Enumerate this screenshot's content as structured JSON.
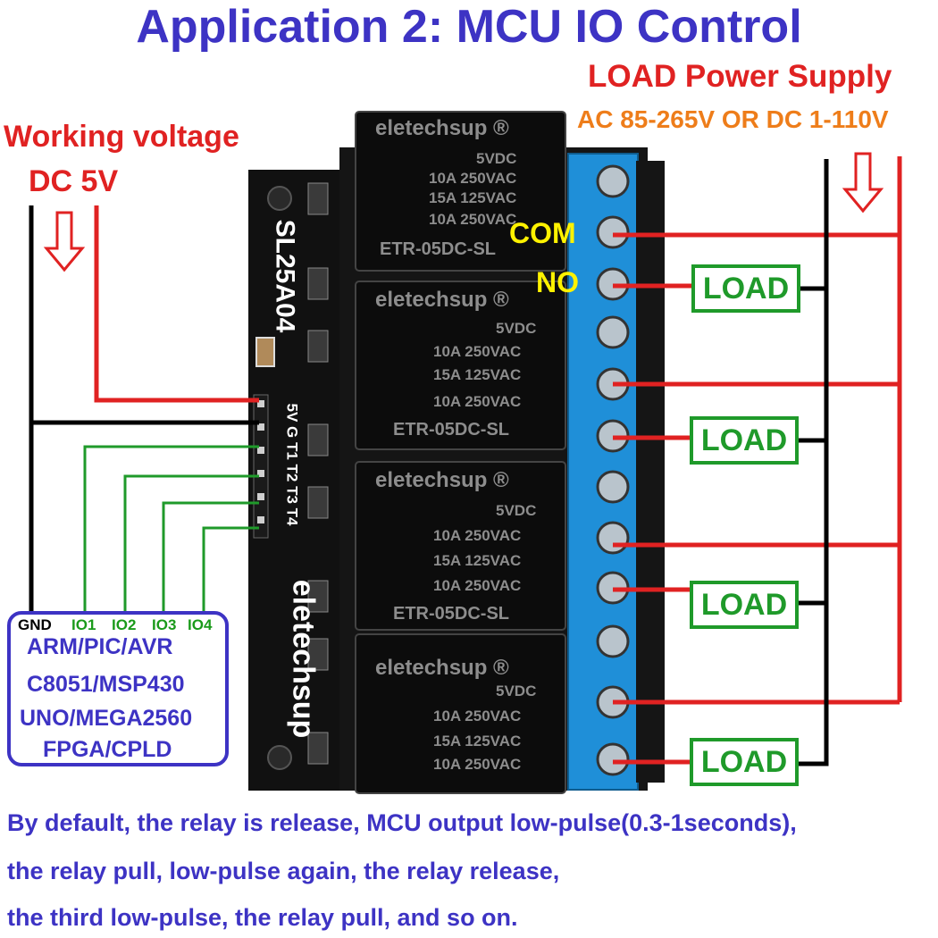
{
  "title": "Application 2: MCU IO Control",
  "load_supply": {
    "heading": "LOAD Power Supply",
    "range": "AC 85-265V OR DC 1-110V"
  },
  "working_voltage": {
    "line1": "Working voltage",
    "line2": "DC 5V"
  },
  "terminal_labels": {
    "com": "COM",
    "no": "NO"
  },
  "load_label": "LOAD",
  "board": {
    "model": "SL25A04",
    "brand": "eletechsup",
    "pin_labels": "5V G T1 T2 T3 T4",
    "relay": {
      "brand": "eletechsup ®",
      "voltage": "5VDC",
      "rating1": "10A 250VAC",
      "rating2": "15A 125VAC",
      "rating3": "10A 250VAC",
      "model": "ETR-05DC-SL"
    }
  },
  "mcu": {
    "pins": {
      "gnd": "GND",
      "io1": "IO1",
      "io2": "IO2",
      "io3": "IO3",
      "io4": "IO4"
    },
    "platforms": [
      "ARM/PIC/AVR",
      "C8051/MSP430",
      "UNO/MEGA2560",
      "FPGA/CPLD"
    ]
  },
  "footer": [
    "By default, the relay is release, MCU output low-pulse(0.3-1seconds),",
    "the relay pull, low-pulse again, the relay release,",
    "the third low-pulse, the relay pull, and so on."
  ],
  "colors": {
    "title_blue": "#3d33c4",
    "red": "#e02222",
    "orange": "#ee7d1a",
    "green": "#1f9a2a",
    "terminal_blue": "#1f8fd8",
    "board_black": "#111111"
  }
}
